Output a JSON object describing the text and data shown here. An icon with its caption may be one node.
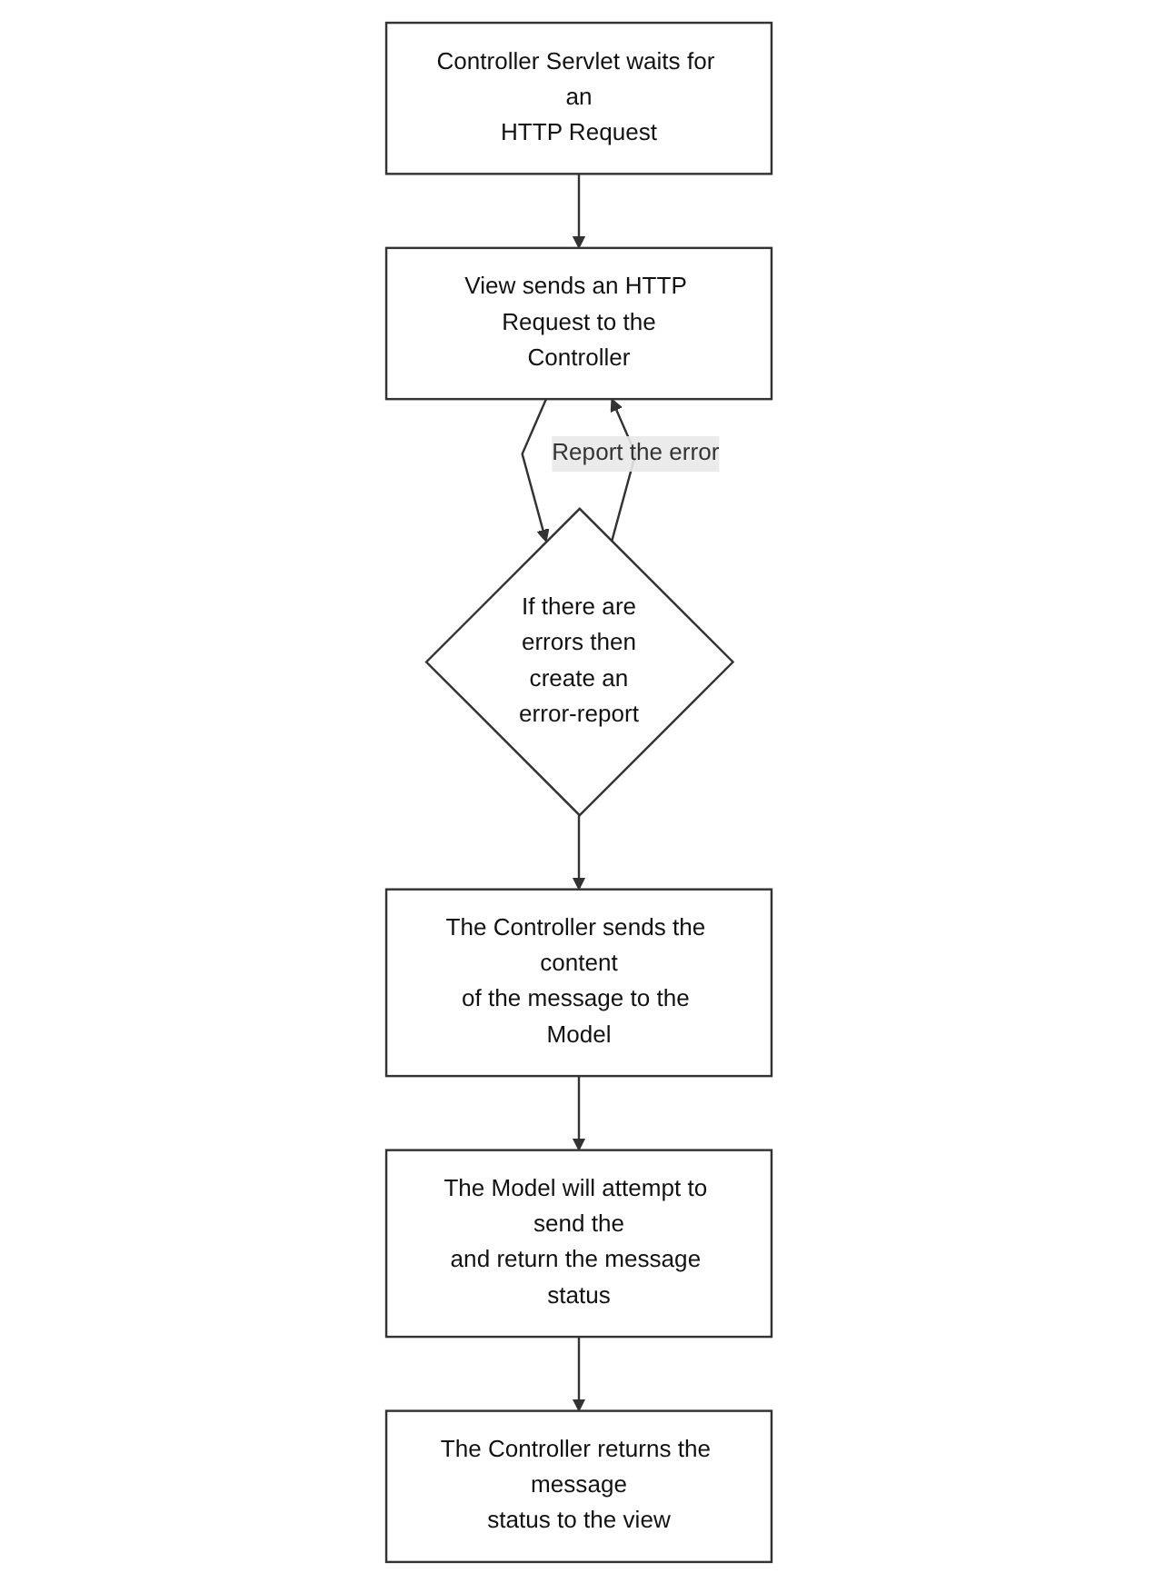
{
  "diagram": {
    "nodes": [
      {
        "text": [
          "Controller Servlet waits for an HTTP Request"
        ]
      },
      {
        "text": [
          "View sends an HTTP Request to the Controller"
        ]
      },
      {
        "text": [
          "If there are errors then create an error-report"
        ]
      },
      {
        "text": [
          "The Controller sends the content of the message to the Model"
        ]
      },
      {
        "text": [
          "The Model will attempt to send the and return the message status"
        ]
      },
      {
        "text": [
          "The Controller returns the message status to the view"
        ]
      }
    ],
    "edges": [
      {
        "from": 0,
        "to": 1,
        "arrow": "to"
      },
      {
        "from": 1,
        "to": 2,
        "arrow": "to"
      },
      {
        "from": 2,
        "to": 1,
        "arrow": "to",
        "label": "Report the error"
      },
      {
        "from": 2,
        "to": 3,
        "arrow": "to"
      },
      {
        "from": 3,
        "to": 4,
        "arrow": "to"
      },
      {
        "from": 4,
        "to": 5,
        "arrow": "to"
      }
    ]
  }
}
